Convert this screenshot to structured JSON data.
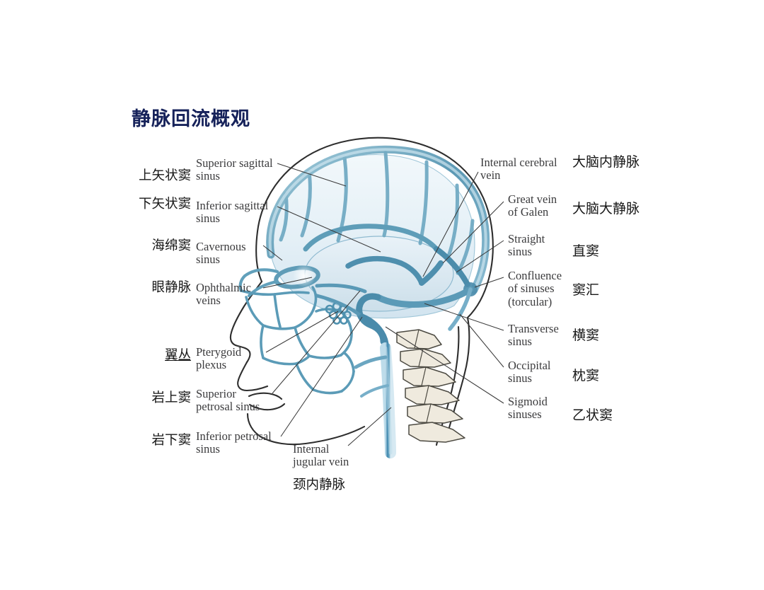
{
  "title": "静脉回流概观",
  "colors": {
    "title": "#16225a",
    "english_label": "#3b3b3d",
    "chinese_label": "#181818",
    "vein_dark": "#3e7f9e",
    "vein_mid": "#79b3cc",
    "vein_light": "#bcdbe8",
    "brain_fill": "#e7f1f7",
    "skull_outline": "#2e2e2e",
    "bone_fill": "#eeead9",
    "leader_line": "#3a3a3a",
    "background": "#ffffff"
  },
  "left_labels": [
    {
      "cn": "上矢状窦",
      "en": "Superior sagittal\nsinus"
    },
    {
      "cn": "下矢状窦",
      "en": "Inferior sagittal\nsinus"
    },
    {
      "cn": "海绵窦",
      "en": "Cavernous\nsinus"
    },
    {
      "cn": "眼静脉",
      "en": "Ophthalmic\nveins"
    },
    {
      "cn": "翼丛",
      "en": "Pterygoid\nplexus"
    },
    {
      "cn": "岩上窦",
      "en": "Superior\npetrosal sinus"
    },
    {
      "cn": "岩下窦",
      "en": "Inferior petrosal\nsinus"
    }
  ],
  "right_labels": [
    {
      "en": "Internal cerebral\nvein",
      "cn": "大脑内静脉"
    },
    {
      "en": "Great vein\nof Galen",
      "cn": "大脑大静脉"
    },
    {
      "en": "Straight\nsinus",
      "cn": "直窦"
    },
    {
      "en": "Confluence\nof sinuses\n(torcular)",
      "cn": "窦汇"
    },
    {
      "en": "Transverse\nsinus",
      "cn": "横窦"
    },
    {
      "en": "Occipital\nsinus",
      "cn": "枕窦"
    },
    {
      "en": "Sigmoid\nsinuses",
      "cn": "乙状窦"
    }
  ],
  "bottom_label": {
    "en": "Internal\njugular vein",
    "cn": "颈内静脉"
  },
  "diagram": {
    "subject": "midsagittal head showing cranial venous drainage",
    "structures": [
      "superior sagittal sinus",
      "inferior sagittal sinus",
      "straight sinus",
      "confluence of sinuses",
      "transverse sinus",
      "sigmoid sinus",
      "occipital sinus",
      "cavernous sinus",
      "ophthalmic veins",
      "pterygoid plexus",
      "superior petrosal sinus",
      "inferior petrosal sinus",
      "internal cerebral vein",
      "great vein of Galen",
      "internal jugular vein",
      "cervical vertebrae"
    ]
  }
}
